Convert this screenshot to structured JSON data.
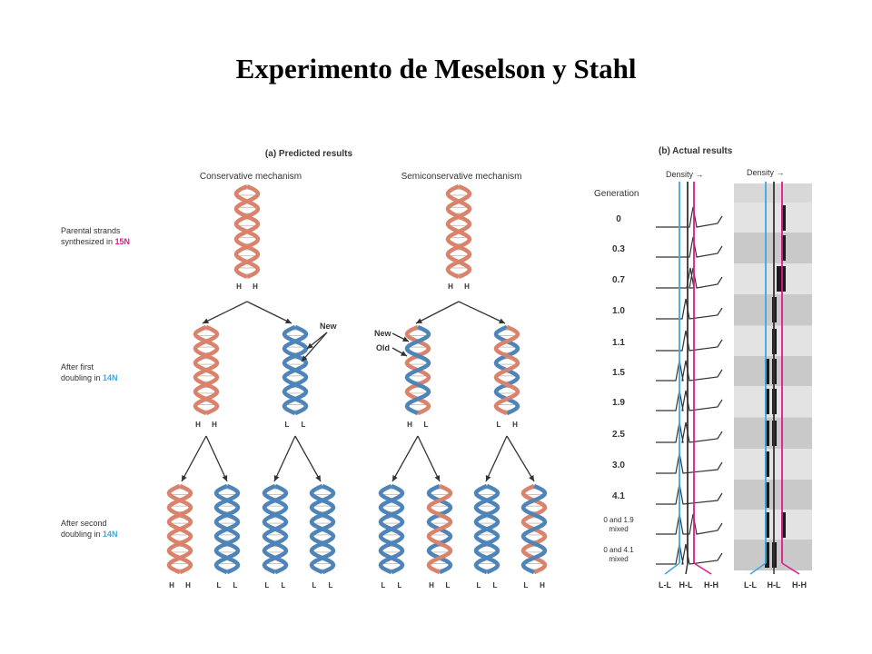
{
  "title": "Experimento de Meselson y Stahl",
  "panel_a": {
    "heading": "(a) Predicted results",
    "conservative": "Conservative mechanism",
    "semiconservative": "Semiconservative mechanism",
    "rows": {
      "parental_1": "Parental strands",
      "parental_2_prefix": "synthesized in ",
      "parental_2_isotope": "15N",
      "first_1": "After first",
      "first_2_prefix": "doubling in ",
      "first_2_isotope": "14N",
      "second_1": "After second",
      "second_2_prefix": "doubling in ",
      "second_2_isotope": "14N"
    },
    "annotations": {
      "new_left": "New",
      "new_right": "New",
      "old_right": "Old"
    },
    "strand_letters": {
      "cons_p": [
        "H",
        "H"
      ],
      "cons_g1": [
        [
          "H",
          "H"
        ],
        [
          "L",
          "L"
        ]
      ],
      "cons_g2": [
        [
          "H",
          "H"
        ],
        [
          "L",
          "L"
        ],
        [
          "L",
          "L"
        ],
        [
          "L",
          "L"
        ]
      ],
      "semi_p": [
        "H",
        "H"
      ],
      "semi_g1": [
        [
          "H",
          "L"
        ],
        [
          "L",
          "H"
        ]
      ],
      "semi_g2": [
        [
          "L",
          "L"
        ],
        [
          "H",
          "L"
        ],
        [
          "L",
          "L"
        ],
        [
          "L",
          "H"
        ]
      ]
    }
  },
  "panel_b": {
    "heading": "(b) Actual results",
    "density": "Density",
    "generation_header": "Generation",
    "generations": [
      "0",
      "0.3",
      "0.7",
      "1.0",
      "1.1",
      "1.5",
      "1.9",
      "2.5",
      "3.0",
      "4.1",
      "0 and 1.9\nmixed",
      "0 and 4.1\nmixed"
    ],
    "bottom_labels": [
      "L-L",
      "H-L",
      "H-H"
    ],
    "colors": {
      "light": "#3aa8e0",
      "heavy": "#e0198c",
      "hybrid": "#333333",
      "parental_strand": "#d9826c",
      "new_strand": "#4f84b8"
    }
  }
}
